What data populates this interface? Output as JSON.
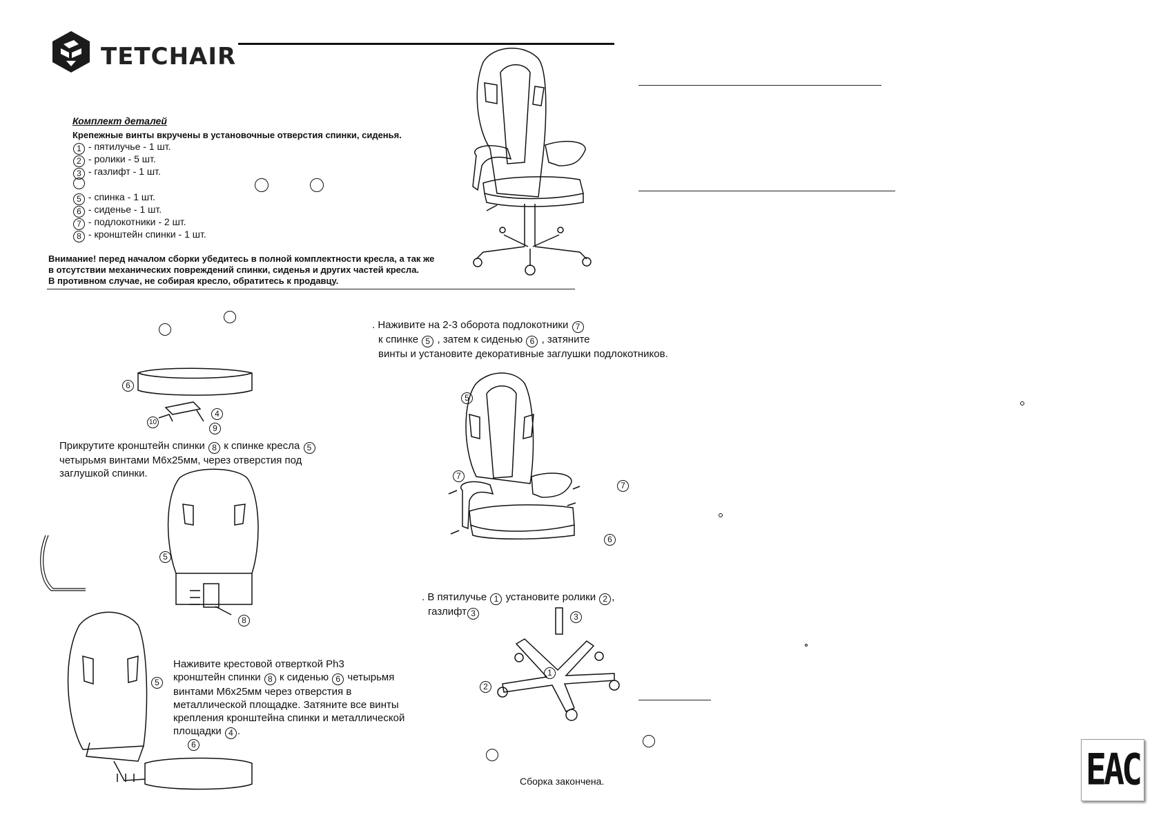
{
  "header": {
    "brand": "TETCHAIR"
  },
  "parts": {
    "title": "Комплект деталей",
    "note": "Крепежные винты вкручены в установочные отверстия спинки, сиденья.",
    "items": [
      {
        "num": "1",
        "text": "- пятилучье - 1 шт."
      },
      {
        "num": "2",
        "text": "- ролики - 5 шт."
      },
      {
        "num": "3",
        "text": "- газлифт - 1 шт."
      },
      {
        "num": "",
        "text": ""
      },
      {
        "num": "5",
        "text": "- спинка - 1 шт."
      },
      {
        "num": "6",
        "text": "- сиденье - 1 шт."
      },
      {
        "num": "7",
        "text": "- подлокотники - 2 шт."
      },
      {
        "num": "8",
        "text": "- кронштейн спинки - 1 шт."
      }
    ]
  },
  "warning": [
    "Внимание! перед началом сборки убедитесь в полной комплектности кресла, а так же",
    "в отсутствии механических повреждений спинки, сиденья и других частей кресла.",
    "В противном случае, не собирая кресло, обратитесь к продавцу."
  ],
  "steps": {
    "bracket": {
      "l1a": "Прикрутите кронштейн спинки",
      "n1": "8",
      "l1b": "к спинке кресла",
      "n2": "5",
      "l2": "четырьмя винтами М6х25мм, через отверстия под",
      "l3": "заглушкой спинки."
    },
    "seat": {
      "l1": "Наживите крестовой отверткой Ph3",
      "l2a": "кронштейн спинки",
      "n1": "8",
      "l2b": "к сиденью",
      "n2": "6",
      "l2c": "четырьмя",
      "l3": "винтами М6х25мм через отверстия в",
      "l4": "металлической площадке. Затяните все винты",
      "l5": "крепления кронштейна спинки и металлической",
      "l6a": "площадки",
      "n3": "4",
      "l6b": "."
    },
    "armrests": {
      "l1a": ". Наживите на 2-3 оборота подлокотники",
      "n1": "7",
      "l2a": "к спинке",
      "n2": "5",
      "l2b": ", затем к сиденью",
      "n3": "6",
      "l2c": ", затяните",
      "l3": "винты и установите декоративные заглушки подлокотников."
    },
    "base": {
      "l1a": ". В пятилучье",
      "n1": "1",
      "l1b": "установите ролики",
      "n2": "2",
      "l1c": ",",
      "l2a": "газлифт",
      "n3": "3"
    },
    "done": "Сборка закончена."
  },
  "callouts": {
    "seat": "6",
    "plate": "4",
    "screw": "9",
    "lever": "10",
    "back": "5",
    "bracket": "8",
    "back2": "5",
    "seat2": "6",
    "arm_left": "7",
    "arm_right": "7",
    "back3": "5",
    "seat3": "6",
    "base": "1",
    "caster": "2",
    "gaslift": "3"
  },
  "cert_mark": "EAC"
}
